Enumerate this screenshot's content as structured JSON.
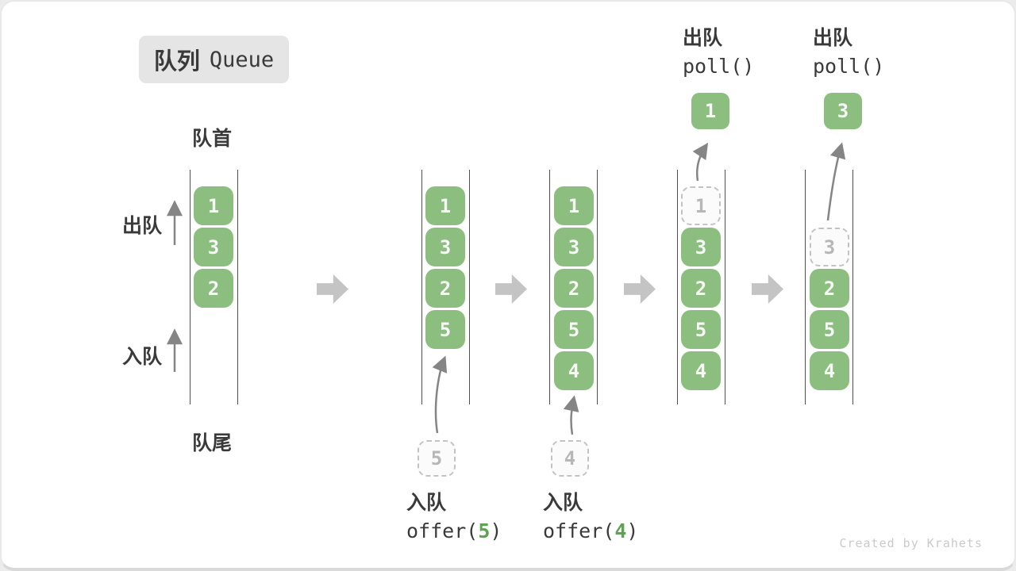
{
  "title": {
    "zh": "队列",
    "en": "Queue"
  },
  "side_labels": {
    "front": "队首",
    "rear": "队尾",
    "dequeue": "出队",
    "enqueue": "入队"
  },
  "poll_ops": [
    {
      "action": "出队",
      "code": "poll()",
      "result": "1"
    },
    {
      "action": "出队",
      "code": "poll()",
      "result": "3"
    }
  ],
  "offer_ops": [
    {
      "action": "入队",
      "code_pre": "offer(",
      "arg": "5",
      "code_post": ")",
      "pending": "5"
    },
    {
      "action": "入队",
      "code_pre": "offer(",
      "arg": "4",
      "code_post": ")",
      "pending": "4"
    }
  ],
  "states": [
    {
      "cells": [
        "1",
        "3",
        "2"
      ]
    },
    {
      "cells": [
        "1",
        "3",
        "2",
        "5"
      ]
    },
    {
      "cells": [
        "1",
        "3",
        "2",
        "5",
        "4"
      ]
    },
    {
      "removed": "1",
      "cells": [
        "3",
        "2",
        "5",
        "4"
      ]
    },
    {
      "removed": "3",
      "cells": [
        "2",
        "5",
        "4"
      ]
    }
  ],
  "watermark": "Created by Krahets",
  "colors": {
    "cell_green": "#8cbe80",
    "arg_green": "#5fa253",
    "block_arrow_gray": "#c4c4c4",
    "channel_line": "#4f4f4f",
    "ghost_border": "#c3c3c3",
    "ghost_text": "#b7b7b7",
    "title_badge_bg": "#e5e5e5"
  }
}
